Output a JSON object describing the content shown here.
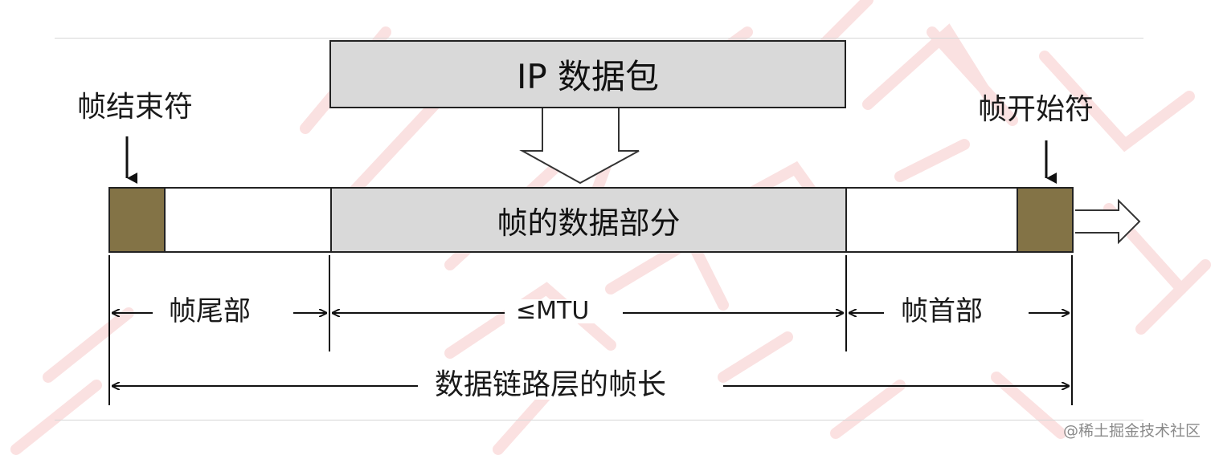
{
  "diagram": {
    "ip_packet": "IP 数据包",
    "frame_data": "帧的数据部分",
    "frame_end_marker": "帧结束符",
    "frame_start_marker": "帧开始符",
    "trailer": "帧尾部",
    "mtu": "≤MTU",
    "header": "帧首部",
    "frame_length": "数据链路层的帧长"
  },
  "colors": {
    "flag": "#837346",
    "data_fill": "#d9d9d9",
    "watermark_stroke": "#f4b8b8"
  },
  "watermark": "@稀土掘金技术社区"
}
